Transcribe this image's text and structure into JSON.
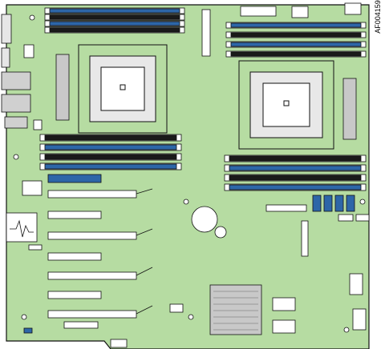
{
  "figure": {
    "reference_code": "AF004159",
    "colors": {
      "board": "#b6dca2",
      "outline": "#111111",
      "dimm_blue": "#2d66a8",
      "dimm_black": "#1a1a1a",
      "slot_white": "#ffffff",
      "heatsink_grey": "#c8c8c8"
    },
    "components": [
      "cpu-socket-left",
      "cpu-socket-right",
      "dimm-bank-top-left",
      "dimm-bank-mid-left",
      "dimm-bank-top-right",
      "dimm-bank-mid-right",
      "pcie-slots",
      "chipset-heatsink",
      "cmos-battery",
      "sata-connectors",
      "rear-io",
      "power-connectors",
      "status-sticker-icon"
    ]
  }
}
